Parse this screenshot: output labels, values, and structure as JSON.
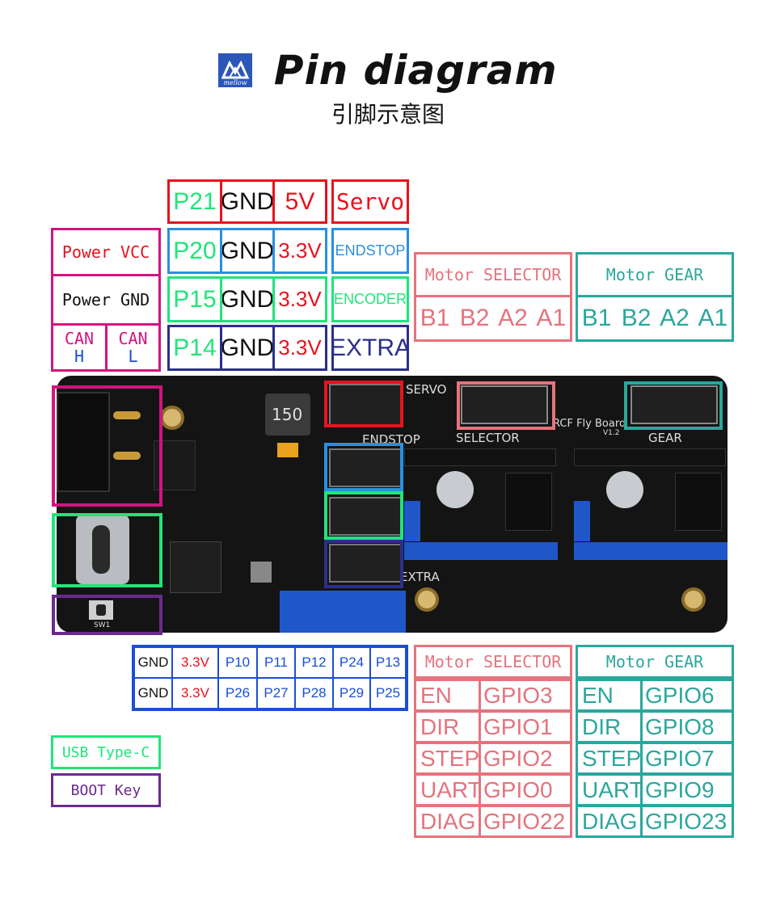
{
  "header": {
    "title": "Pin diagram",
    "subtitle": "引脚示意图",
    "logo_text": "mellow"
  },
  "board_labels": {
    "servo": "SERVO",
    "selector": "SELECTOR",
    "gear": "GEAR",
    "endstop": "ENDSTOP",
    "extra": "EXTRA",
    "brand": "RCF Fly Board",
    "version": "V1.2",
    "inductor": "150",
    "sw": "SW1"
  },
  "top_pins": {
    "row1": [
      "P21",
      "GND",
      "5V",
      "Servo"
    ],
    "row2": [
      "P20",
      "GND",
      "3.3V",
      "ENDSTOP"
    ],
    "row3": [
      "P15",
      "GND",
      "3.3V",
      "ENCODER"
    ],
    "row4": [
      "P14",
      "GND",
      "3.3V",
      "EXTRA"
    ]
  },
  "power": {
    "vcc": "Power VCC",
    "gnd": "Power GND",
    "can_h": [
      "CAN",
      "H"
    ],
    "can_l": [
      "CAN",
      "L"
    ]
  },
  "motor_selector_top": {
    "title": "Motor SELECTOR",
    "pins": "B1 B2 A2 A1"
  },
  "motor_gear_top": {
    "title": "Motor GEAR",
    "pins": "B1 B2 A2 A1"
  },
  "gpio_header": {
    "row1": [
      "GND",
      "3.3V",
      "P10",
      "P11",
      "P12",
      "P24",
      "P13"
    ],
    "row2": [
      "GND",
      "3.3V",
      "P26",
      "P27",
      "P28",
      "P29",
      "P25"
    ]
  },
  "motor_selector_bottom": {
    "title": "Motor SELECTOR",
    "rows": [
      [
        "EN",
        "GPIO3"
      ],
      [
        "DIR",
        "GPIO1"
      ],
      [
        "STEP",
        "GPIO2"
      ],
      [
        "UART",
        "GPIO0"
      ],
      [
        "DIAG",
        "GPIO22"
      ]
    ]
  },
  "motor_gear_bottom": {
    "title": "Motor GEAR",
    "rows": [
      [
        "EN",
        "GPIO6"
      ],
      [
        "DIR",
        "GPIO8"
      ],
      [
        "STEP",
        "GPIO7"
      ],
      [
        "UART",
        "GPIO9"
      ],
      [
        "DIAG",
        "GPIO23"
      ]
    ]
  },
  "legend": {
    "usb": "USB Type-C",
    "boot": "BOOT Key"
  },
  "colors": {
    "red": "#e8121e",
    "green": "#1fe57a",
    "blue": "#2a8fe0",
    "navy": "#2b2f8a",
    "magenta": "#d3137e",
    "salmon": "#e5737d",
    "teal": "#2aa79d",
    "purple": "#6b2a8f",
    "gpio_blue": "#1a4fd1"
  }
}
